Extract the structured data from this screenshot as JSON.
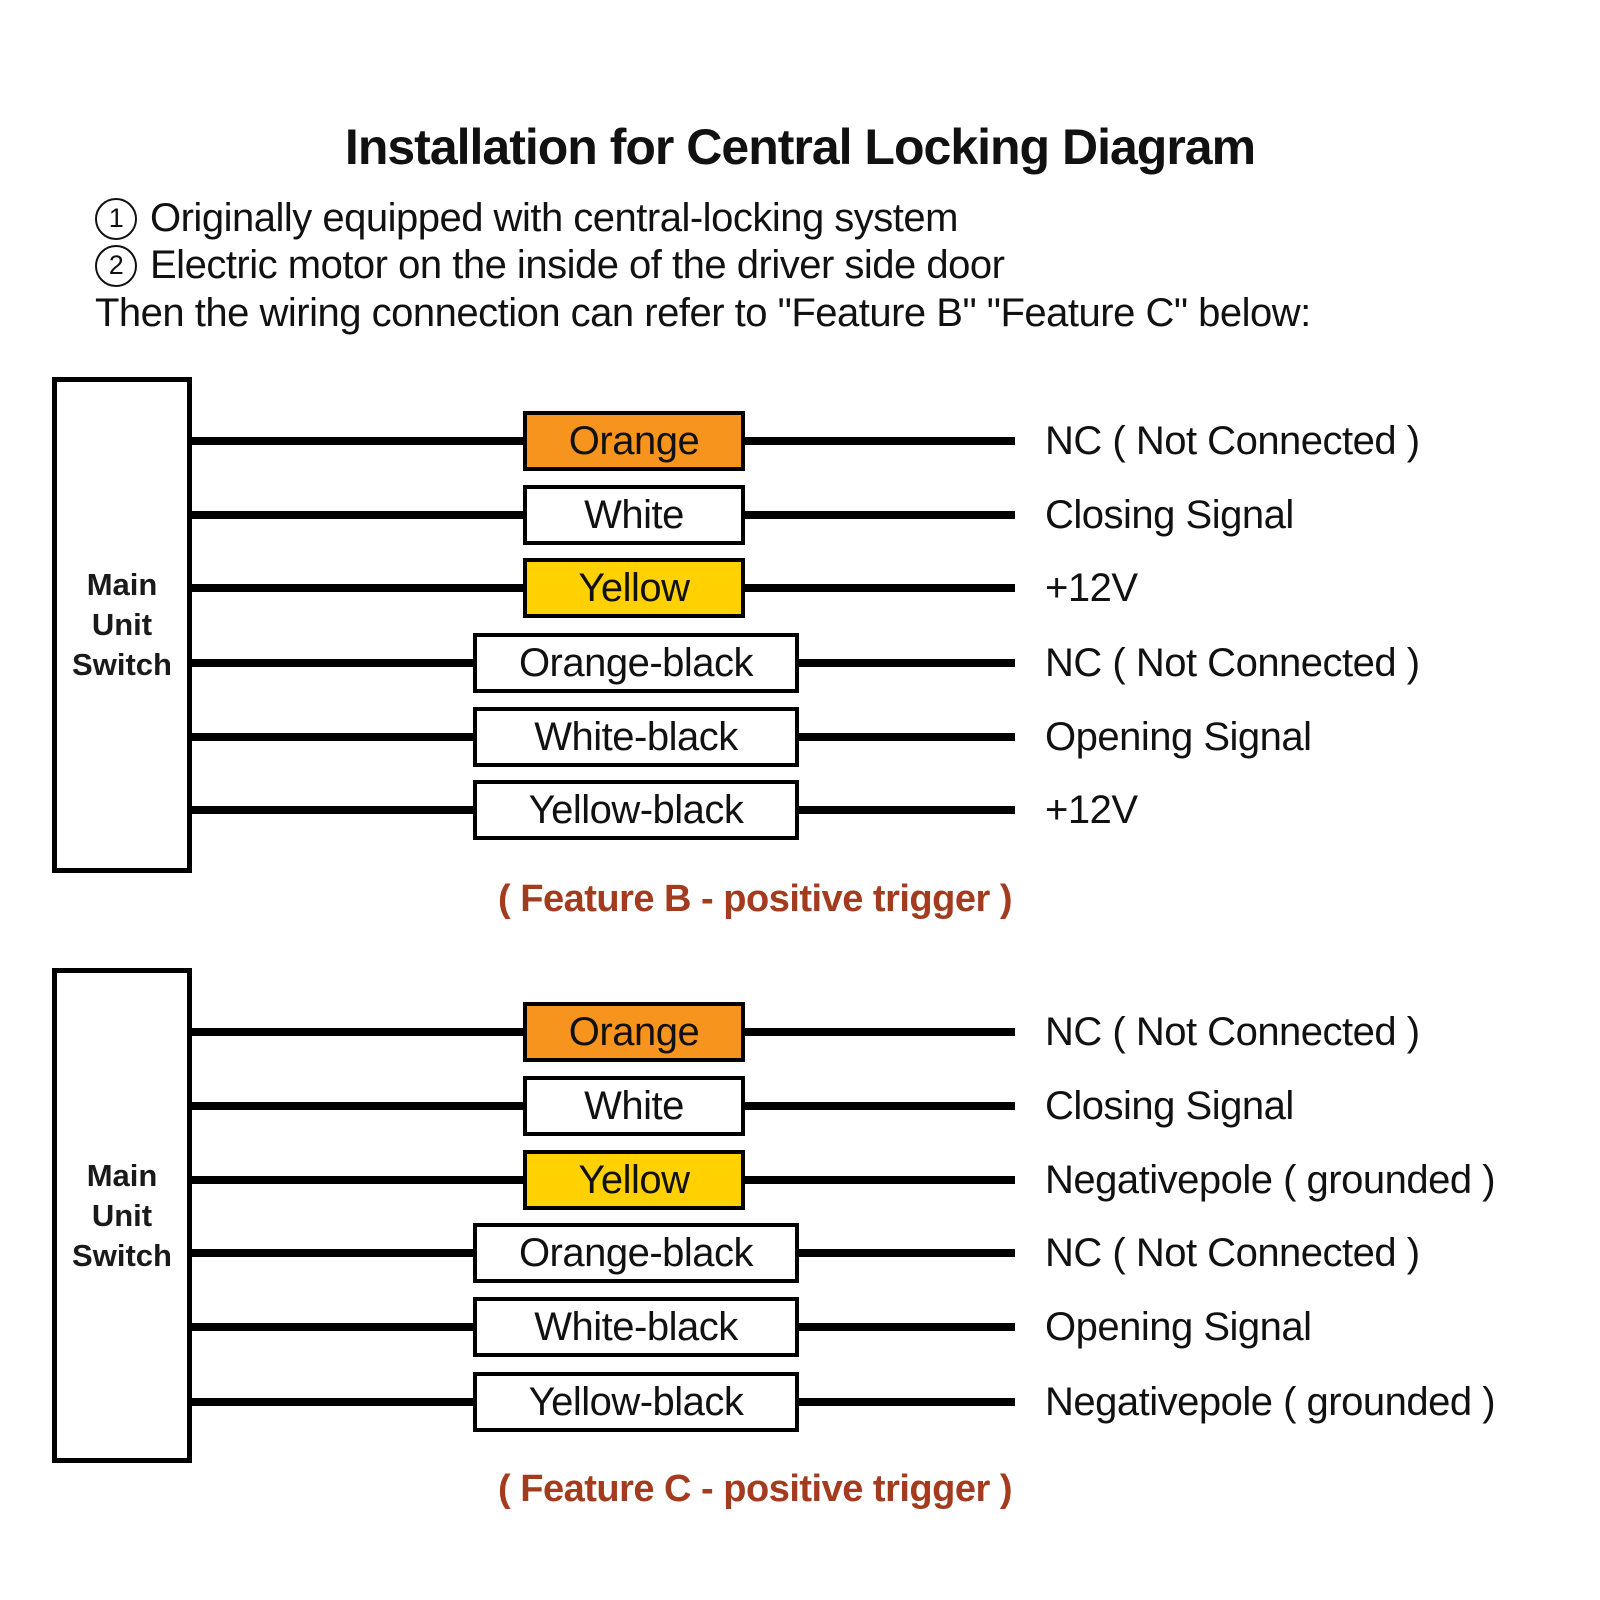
{
  "title": "Installation for Central Locking Diagram",
  "notes": [
    {
      "badge": "1",
      "text": "Originally equipped with central-locking system"
    },
    {
      "badge": "2",
      "text": "Electric motor on the inside of the driver side door"
    },
    {
      "badge": "",
      "text": "Then the wiring connection can refer to \"Feature B\" \"Feature C\" below:"
    }
  ],
  "colors": {
    "orange_wire_fill": "#F7941D",
    "yellow_wire_fill": "#FFD100",
    "white_wire_fill": "#FFFFFF",
    "caption": "#A33C1E",
    "wire_line": "#000000"
  },
  "diagrams": [
    {
      "source": {
        "line1": "Main Unit",
        "line2": "Switch"
      },
      "rows": [
        {
          "wire": "Orange",
          "fill": "#F7941D",
          "signal": "NC ( Not Connected )"
        },
        {
          "wire": "White",
          "fill": "#FFFFFF",
          "signal": "Closing Signal"
        },
        {
          "wire": "Yellow",
          "fill": "#FFD100",
          "signal": "+12V"
        },
        {
          "wire": "Orange-black",
          "fill": "#FFFFFF",
          "signal": "NC ( Not Connected )"
        },
        {
          "wire": "White-black",
          "fill": "#FFFFFF",
          "signal": "Opening Signal"
        },
        {
          "wire": "Yellow-black",
          "fill": "#FFFFFF",
          "signal": "+12V"
        }
      ],
      "caption": "( Feature B - positive trigger )"
    },
    {
      "source": {
        "line1": "Main Unit",
        "line2": "Switch"
      },
      "rows": [
        {
          "wire": "Orange",
          "fill": "#F7941D",
          "signal": "NC ( Not Connected )"
        },
        {
          "wire": "White",
          "fill": "#FFFFFF",
          "signal": "Closing Signal"
        },
        {
          "wire": "Yellow",
          "fill": "#FFD100",
          "signal": "Negativepole ( grounded )"
        },
        {
          "wire": "Orange-black",
          "fill": "#FFFFFF",
          "signal": "NC ( Not Connected )"
        },
        {
          "wire": "White-black",
          "fill": "#FFFFFF",
          "signal": "Opening Signal"
        },
        {
          "wire": "Yellow-black",
          "fill": "#FFFFFF",
          "signal": "Negativepole ( grounded )"
        }
      ],
      "caption": "( Feature C - positive trigger )"
    }
  ]
}
